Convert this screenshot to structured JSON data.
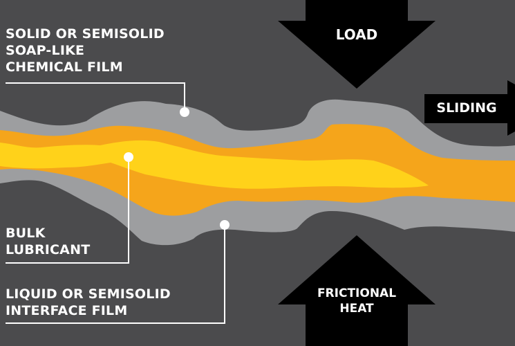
{
  "labels": {
    "film_top": [
      "SOLID OR SEMISOLID",
      "SOAP-LIKE",
      "CHEMICAL FILM"
    ],
    "bulk": [
      "BULK",
      "LUBRICANT"
    ],
    "film_bottom": [
      "LIQUID OR SEMISOLID",
      "INTERFACE FILM"
    ]
  },
  "arrows": {
    "load": "LOAD",
    "sliding": "SLIDING",
    "heat": [
      "FRICTIONAL",
      "HEAT"
    ]
  },
  "colors": {
    "background": "#4b4b4d",
    "film": "#9d9ea0",
    "lubricant_outer": "#f5a51b",
    "lubricant_inner": "#ffd21a",
    "arrow": "#000000",
    "leader": "#ffffff"
  }
}
